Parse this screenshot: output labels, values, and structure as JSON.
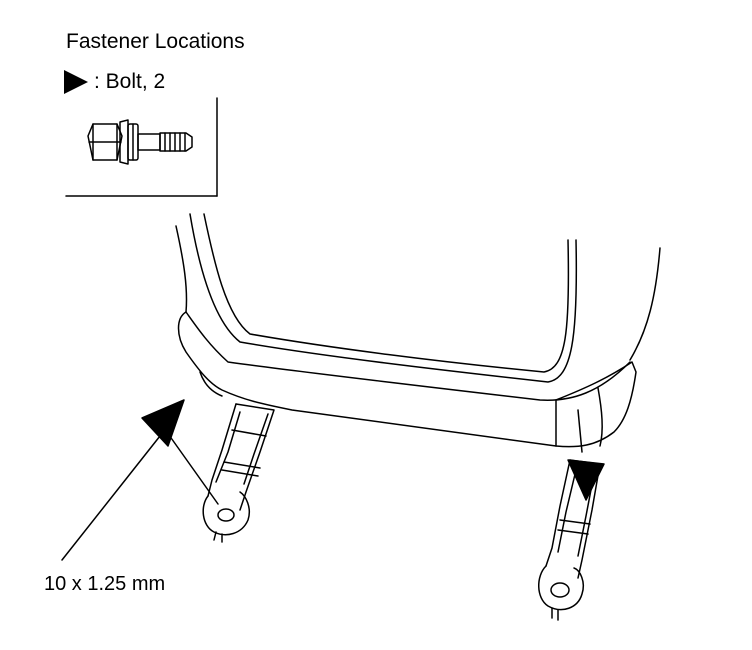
{
  "header": {
    "title": "Fastener Locations"
  },
  "legend": {
    "marker_icon": "triangle-right-icon",
    "text": ": Bolt, 2"
  },
  "callout": {
    "size_label": "10 x 1.25 mm"
  }
}
